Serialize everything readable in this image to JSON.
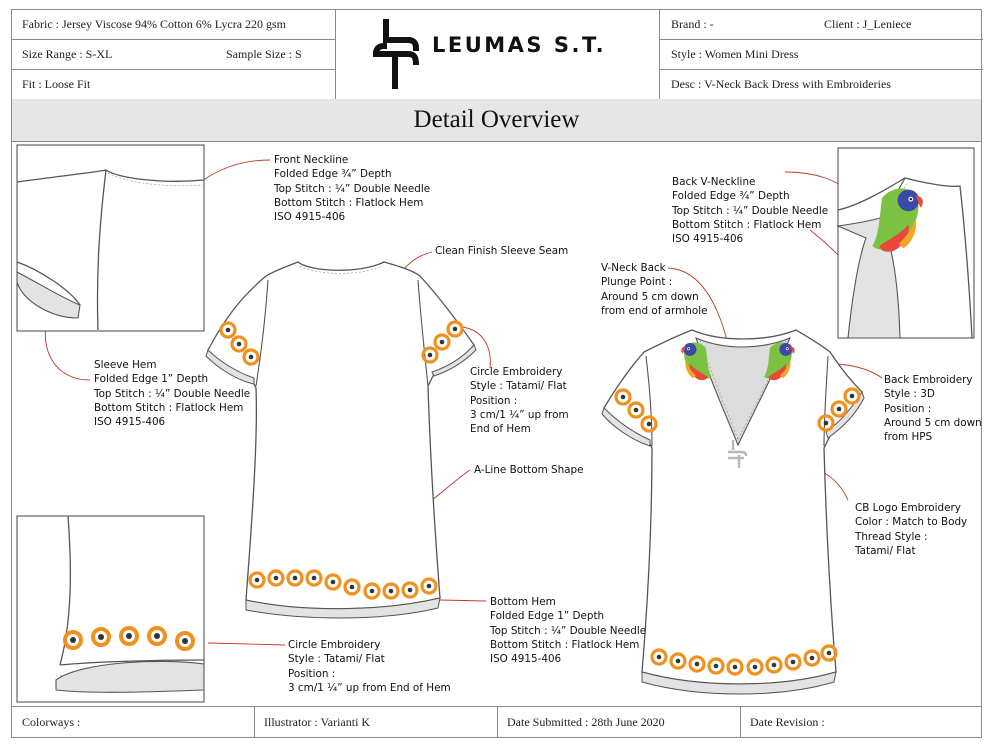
{
  "header": {
    "fabric": "Fabric :  Jersey Viscose 94% Cotton 6% Lycra 220 gsm",
    "size_range": "Size Range :  S-XL",
    "sample_size": "Sample Size : S",
    "fit": "Fit :  Loose Fit",
    "brand": "Brand :  -",
    "client": "Client :  J_Leniece",
    "style": "Style :  Women Mini Dress",
    "desc": "Desc :  V-Neck Back Dress with Embroideries",
    "logo_text": "LEUMAS S.T."
  },
  "title": "Detail Overview",
  "annotations": {
    "front_neckline": [
      "Front Neckline",
      "Folded Edge ¾” Depth",
      "Top Stitch : ¼” Double Needle",
      "Bottom Stitch : Flatlock Hem",
      "ISO 4915-406"
    ],
    "clean_finish": [
      "Clean Finish Sleeve Seam"
    ],
    "sleeve_hem": [
      "Sleeve Hem",
      "Folded Edge 1” Depth",
      "Top Stitch : ¼” Double Needle",
      "Bottom Stitch : Flatlock Hem",
      "ISO 4915-406"
    ],
    "circle_emb_sleeve": [
      "Circle Embroidery",
      "Style : Tatami/ Flat",
      "Position :",
      "3 cm/1 ¼” up from",
      "End of Hem"
    ],
    "a_line": [
      "A-Line Bottom Shape"
    ],
    "bottom_hem": [
      "Bottom Hem",
      "Folded Edge 1” Depth",
      "Top Stitch : ¼” Double Needle",
      "Bottom Stitch : Flatlock Hem",
      "ISO 4915-406"
    ],
    "circle_emb_hem": [
      "Circle Embroidery",
      "Style : Tatami/ Flat",
      "Position :",
      "3 cm/1 ¼” up from End of Hem"
    ],
    "back_v_neckline": [
      "Back V-Neckline",
      "Folded Edge ¾” Depth",
      "Top Stitch : ¼” Double Needle",
      "Bottom Stitch : Flatlock Hem",
      "ISO 4915-406"
    ],
    "v_neck_back": [
      "V-Neck Back",
      "Plunge Point :",
      "Around 5 cm down",
      "from end of armhole"
    ],
    "back_embroidery": [
      "Back Embroidery",
      "Style : 3D",
      "Position :",
      "Around 5 cm down",
      "from HPS"
    ],
    "cb_logo": [
      "CB Logo Embroidery",
      "Color : Match to Body",
      "Thread Style :",
      "Tatami/ Flat"
    ]
  },
  "footer": {
    "colorways": "Colorways :",
    "illustrator": "Illustrator :  Varianti K",
    "date_submitted": "Date Submitted : 28th June 2020",
    "date_revision": "Date Revision :"
  },
  "colors": {
    "embroidery_orange": "#f0901e",
    "callout_line": "#c0392b",
    "outline": "#555555"
  }
}
